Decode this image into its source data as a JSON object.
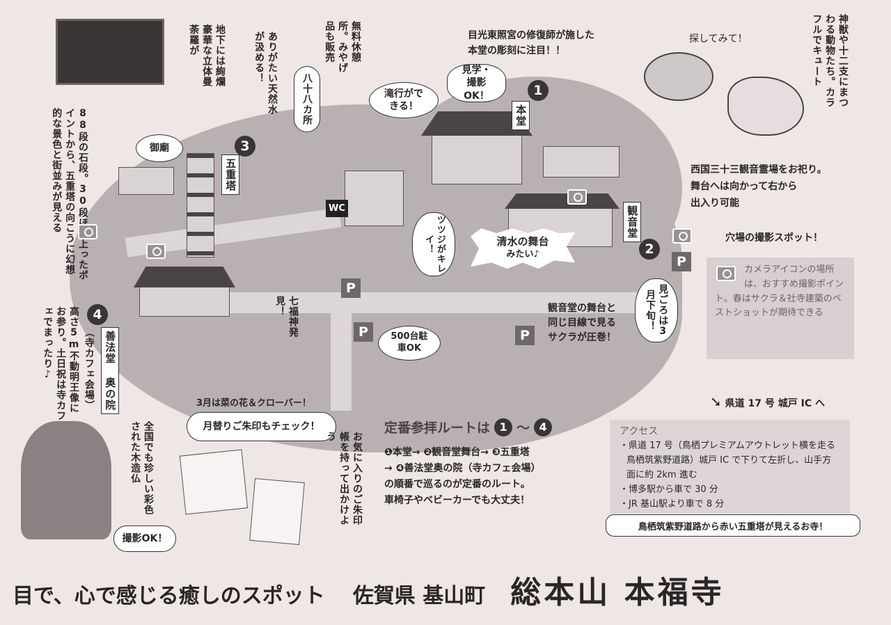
{
  "notes": {
    "mandala": "地下には絢爛豪華な立体曼荼羅が",
    "water": "ありがたい天然水が汲める！",
    "rest": "無料休憩所。みやげ品も販売",
    "hachiju": "八十八カ所",
    "waterfall": "滝行ができる！",
    "carving": "目光東照宮の修復師が施した",
    "carving2": "本堂の彫刻に注目！！",
    "visit_ok": "見学・撮影OK！",
    "search": "探してみて！",
    "animals": "神獣や十二支にまつわる動物たち。カラフルでキュート",
    "mausoleum": "御廟",
    "steps": "88段の石段。30段ほど上ったポイントから、五重塔の向こうに幻想的な景色と街並みが見える",
    "kannon1": "西国三十三観音霊場をお祀り。",
    "kannon2": "舞台へは向かって右から",
    "kannon3": "出入り可能",
    "hidden": "穴場の撮影スポット！",
    "camera_tip": "カメラアイコンの場所は、おすすめ撮影ポイント。春はサクラ＆社寺建築のベストショットが期待できる",
    "azalea": "ツツジがキレイ！",
    "kiyomizu1": "清水の舞台",
    "kiyomizu2": "みたい♪",
    "bloom": "見ごろは3月下旬！",
    "sakura1": "観音堂の舞台と",
    "sakura2": "同じ目線で見る",
    "sakura3": "サクラが圧巻！",
    "shichifuku": "七福神発見！",
    "parking": "500台駐車OK",
    "fudo": "高さ5m不動明王像にお参り。土日祝は寺カフェでまったり♪",
    "cafe": "（寺カフェ会場）",
    "highway": "県道 17 号 城戸 IC へ",
    "march": "3月は菜の花＆クローバー！",
    "goshuin": "月替りご朱印もチェック！",
    "bring": "お気に入りのご朱印帳を持って出かけよう",
    "rare": "全国でも珍しい彩色された木造仏",
    "photo_ok": "撮影OK！",
    "wc": "WC",
    "p": "P"
  },
  "spots": [
    {
      "num": "1",
      "name": "本堂"
    },
    {
      "num": "2",
      "name": "観音堂"
    },
    {
      "num": "3",
      "name": "五重塔"
    },
    {
      "num": "4",
      "name": "善法堂 奥の院"
    }
  ],
  "route": {
    "title": "定番参拝ルートは",
    "range_from": "1",
    "range_sep": "～",
    "range_to": "4",
    "line1": "❶本堂→ ❷観音堂舞台→ ❸五重塔",
    "line2": "→ ❹善法堂奥の院（寺カフェ会場）",
    "line3": "の順番で巡るのが定番のルート。",
    "line4": "車椅子やベビーカーでも大丈夫！"
  },
  "access": {
    "title": "アクセス",
    "items": [
      "・県道 17 号（鳥栖プレミアムアウトレット横を走る鳥栖筑紫野道路）城戸 IC で下りて左折し、山手方面に約 2km 進む",
      "・博多駅から車で 30 分",
      "・JR 基山駅より車で 8 分"
    ],
    "callout": "鳥栖筑紫野道路から赤い五重塔が見えるお寺！"
  },
  "footer": {
    "tagline": "目で、心で感じる癒しのスポット",
    "place": "佐賀県 基山町",
    "temple": "総本山 本福寺"
  }
}
